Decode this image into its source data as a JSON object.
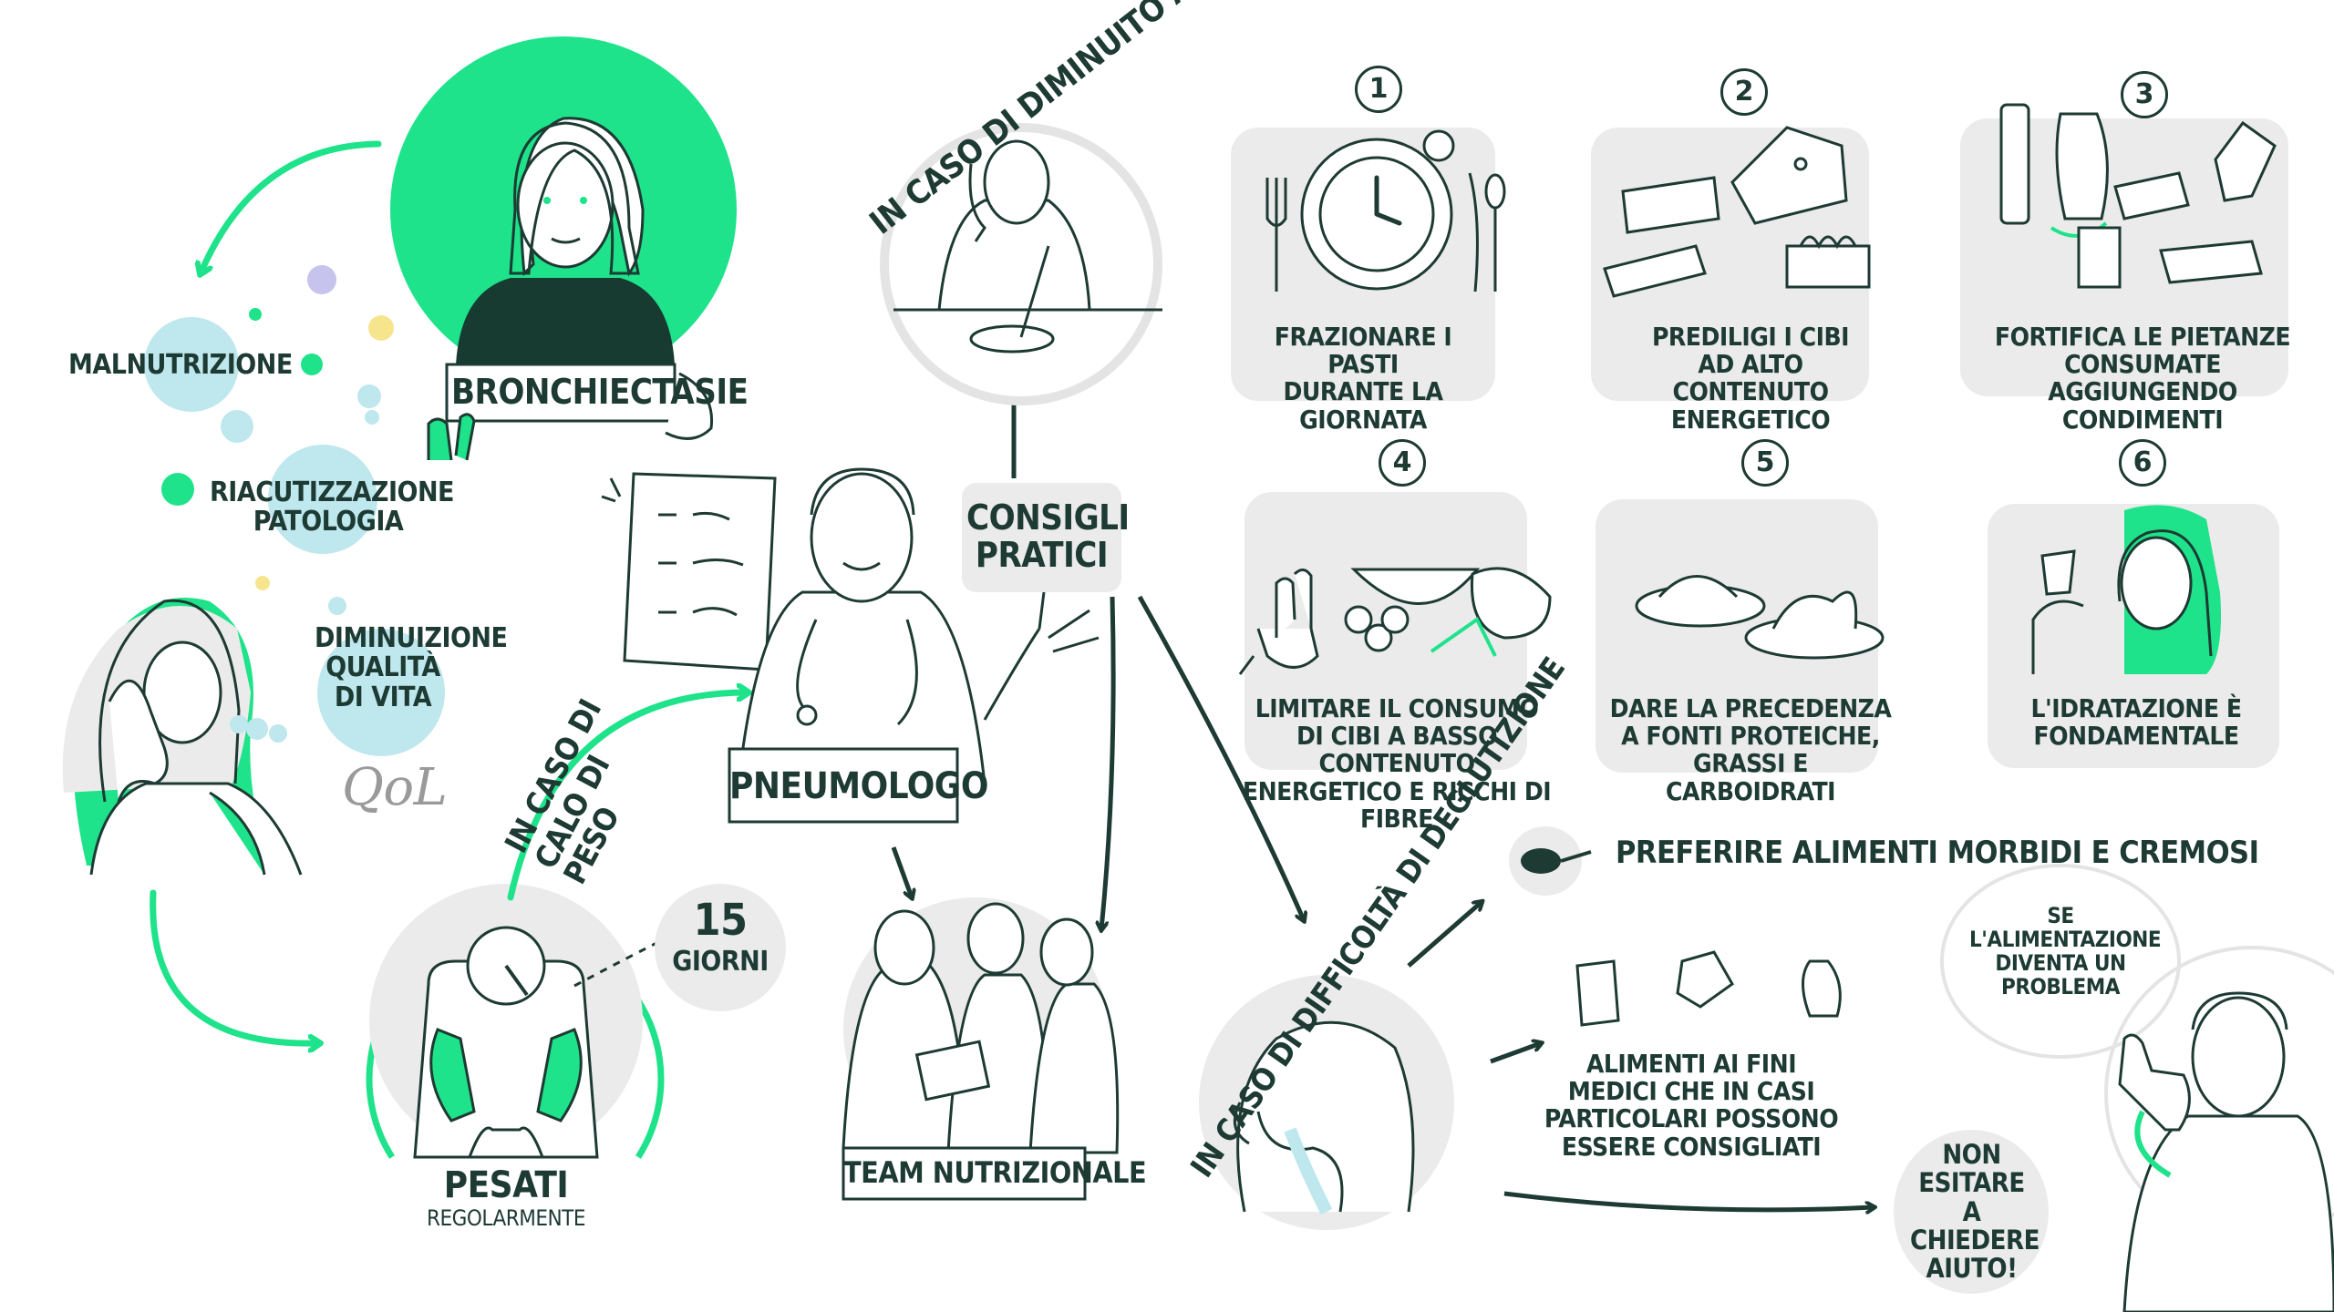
{
  "patient": {
    "disease_label": "Bronchiectasie",
    "consequences": [
      "Malnutrizione",
      "Riacutizzazione patologia",
      "Diminuizione qualità di vita"
    ],
    "qol_label": "QoL"
  },
  "weigh": {
    "title": "Pesati",
    "subtitle": "regolarmente",
    "interval_number": "15",
    "interval_unit": "giorni",
    "weight_loss_label": "In caso di calo di peso"
  },
  "pneumologo": {
    "label": "Pneumologo"
  },
  "team": {
    "label": "Team nutrizionale"
  },
  "practical": {
    "label": "Consigli pratici"
  },
  "appetite": {
    "label": "In caso di diminuito appetito"
  },
  "tips": [
    {
      "number": "1",
      "text": "Frazionare i pasti durante la giornata"
    },
    {
      "number": "2",
      "text": "Prediligi i cibi ad alto contenuto energetico"
    },
    {
      "number": "3",
      "text": "Fortifica le pietanze consumate aggiungendo condimenti"
    },
    {
      "number": "4",
      "text": "Limitare il consumo di cibi a basso contenuto energetico e ricchi di fibre"
    },
    {
      "number": "5",
      "text": "Dare la precedenza a fonti proteiche, grassi e carboidrati"
    },
    {
      "number": "6",
      "text": "L'idratazione è fondamentale"
    }
  ],
  "swallowing": {
    "label": "In caso di difficoltà di deglutizione",
    "soft_foods": "Preferire alimenti morbidi e cremosi",
    "medical_foods": "Alimenti ai fini medici che in casi particolari possono essere consigliati"
  },
  "help": {
    "condition": "Se l'alimentazione diventa un problema",
    "call_to_action": "Non esitare a chiedere aiuto!"
  },
  "colors": {
    "accent": "#1ee38a",
    "ink": "#1d3a33",
    "bubble": "#bfe7ee",
    "panel": "#ebebeb",
    "lavender": "#c6c3ec",
    "yellow": "#f7e58e"
  }
}
